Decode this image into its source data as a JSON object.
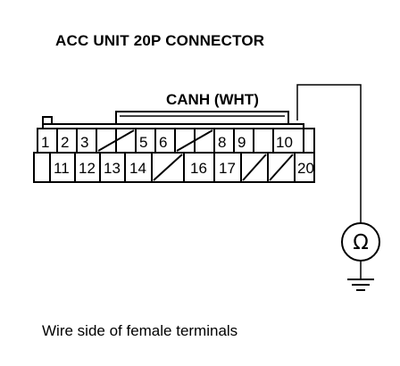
{
  "title": "ACC UNIT 20P CONNECTOR",
  "wire_label": "CANH (WHT)",
  "caption": "Wire side of female terminals",
  "meter_symbol": "Ω",
  "icons": [
    "ohmmeter-icon",
    "ground-icon"
  ],
  "connector": {
    "row_top": [
      "1",
      "2",
      "3",
      "",
      "",
      "5",
      "6",
      "",
      "",
      "8",
      "9",
      "10"
    ],
    "row_bottom": [
      "",
      "11",
      "12",
      "13",
      "14",
      "",
      "16",
      "17",
      "",
      "",
      "20"
    ],
    "tested_terminal": "10"
  }
}
